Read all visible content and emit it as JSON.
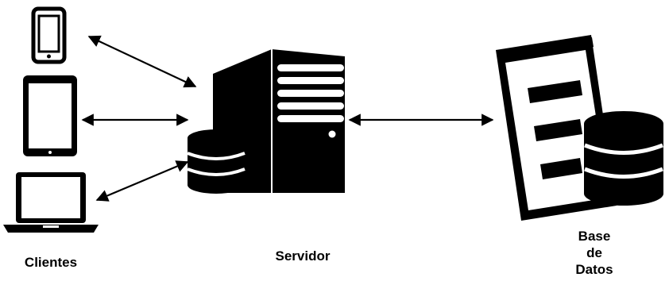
{
  "labels": {
    "clients": "Clientes",
    "server": "Servidor",
    "database_line1": "Base",
    "database_line2": "de",
    "database_line3": "Datos"
  },
  "icons": {
    "phone": "smartphone-icon",
    "tablet": "tablet-icon",
    "laptop": "laptop-icon",
    "server": "server-tower-icon",
    "server_db": "database-cylinder-icon",
    "database": "database-document-icon"
  },
  "colors": {
    "foreground": "#000000",
    "background": "#ffffff"
  }
}
